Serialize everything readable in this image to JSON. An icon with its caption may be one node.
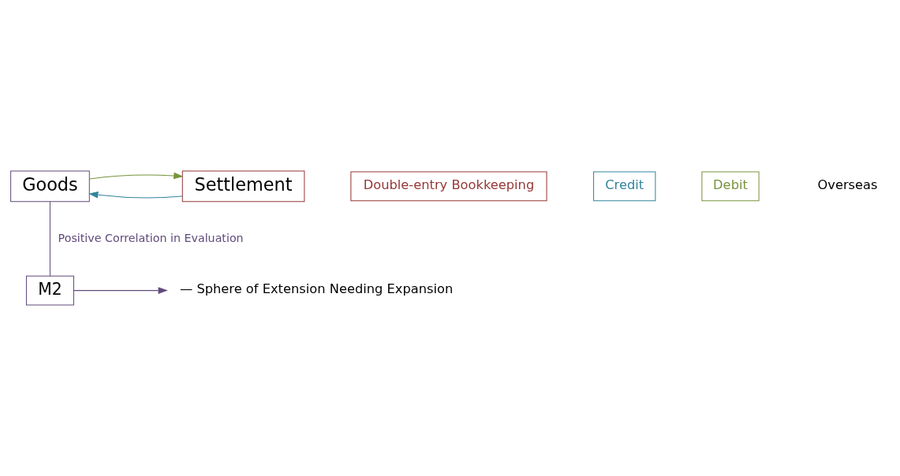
{
  "diagram": {
    "nodes": [
      {
        "text": [
          "Double-entry Bookkeeping"
        ]
      },
      {
        "text": [
          "Credit"
        ]
      },
      {
        "text": [
          "Debit"
        ]
      },
      {
        "text": [
          "Goods"
        ]
      },
      {
        "text": [
          "Settlement"
        ]
      },
      {
        "text": [
          "M2"
        ]
      },
      {
        "text": [
          "— Sphere of Extension Needing Expansion"
        ]
      }
    ],
    "edges": [
      {
        "from": 4,
        "to": 3,
        "arrow": "to",
        "color": "#31849b"
      },
      {
        "from": 3,
        "to": 4,
        "arrow": "to",
        "color": "#77933c"
      },
      {
        "from": 3,
        "to": 5,
        "arrow": "none",
        "label": "Positive Correlation in Evaluation",
        "color": "#604a7b"
      },
      {
        "from": 5,
        "to": 6,
        "arrow": "to",
        "color": "#604a7b"
      }
    ],
    "labels": [
      "Overseas"
    ]
  }
}
